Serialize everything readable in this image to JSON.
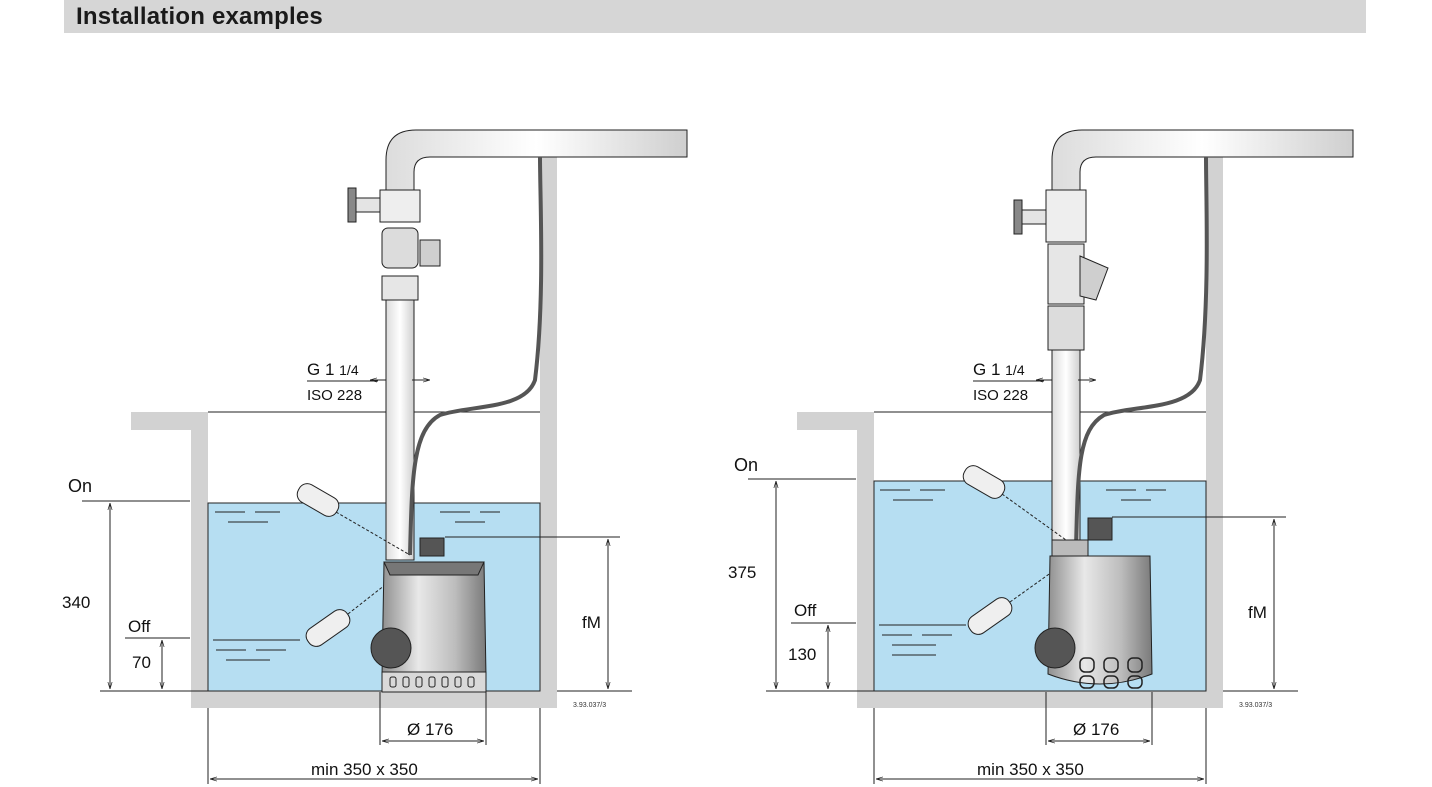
{
  "header": {
    "title": "Installation examples"
  },
  "diagrams": [
    {
      "pipe_label_1": "G 1",
      "pipe_label_2": "1/4",
      "pipe_std": "ISO 228",
      "level_on": "On",
      "level_off": "Off",
      "on_height": "340",
      "off_height": "70",
      "pump_height_label": "fM",
      "diameter": "Ø 176",
      "pit_size": "min 350 x 350",
      "ref_code": "3.93.037/3",
      "water_color": "#b6def2"
    },
    {
      "pipe_label_1": "G 1",
      "pipe_label_2": "1/4",
      "pipe_std": "ISO 228",
      "level_on": "On",
      "level_off": "Off",
      "on_height": "375",
      "off_height": "130",
      "pump_height_label": "fM",
      "diameter": "Ø 176",
      "pit_size": "min 350 x 350",
      "ref_code": "3.93.037/3",
      "water_color": "#b6def2"
    }
  ],
  "colors": {
    "wall": "#d2d2d2",
    "header_band": "#d6d6d6",
    "pump_body": "#c8c8c8",
    "float": "#555555"
  }
}
